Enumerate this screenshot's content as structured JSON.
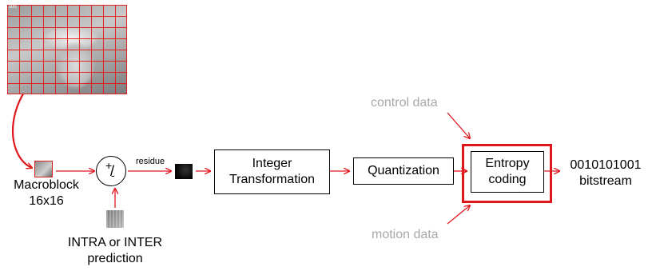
{
  "colors": {
    "arrow": "#e0161d",
    "grey_text": "#a8a8a8"
  },
  "frame": {
    "stamp": "s00"
  },
  "sum": {
    "plus": "+",
    "minus": "-",
    "slash": "/"
  },
  "labels": {
    "macroblock": "Macroblock",
    "macroblock_size": "16x16",
    "prediction_line1": "INTRA or INTER",
    "prediction_line2": "prediction",
    "residue": "residue",
    "control_data": "control data",
    "motion_data": "motion data",
    "bitstream_bits": "0010101001",
    "bitstream": "bitstream"
  },
  "blocks": {
    "integer_line1": "Integer",
    "integer_line2": "Transformation",
    "quantization": "Quantization",
    "entropy_line1": "Entropy",
    "entropy_line2": "coding"
  }
}
